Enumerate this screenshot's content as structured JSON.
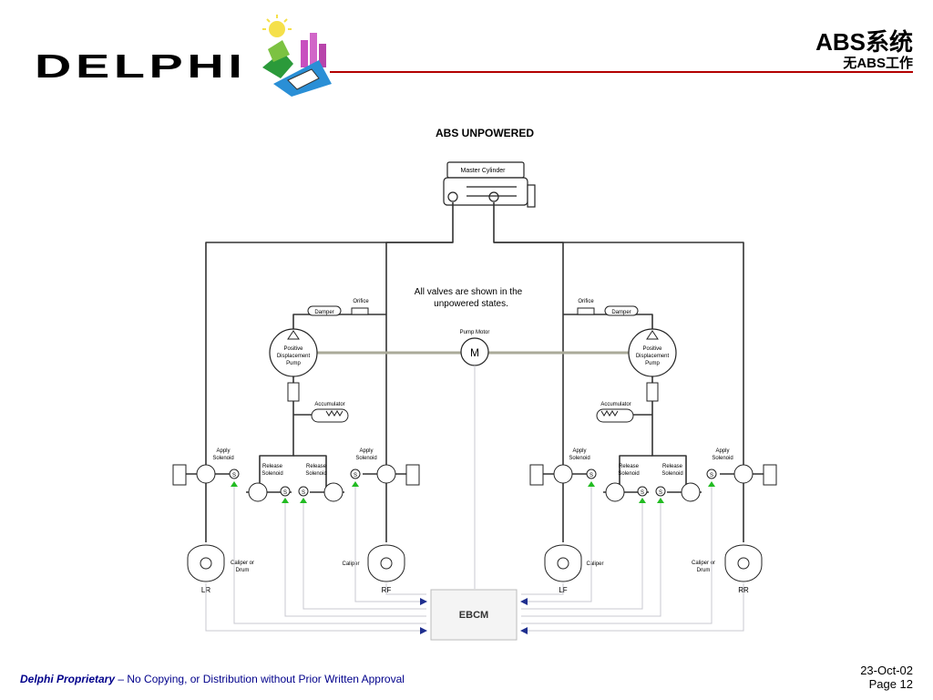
{
  "header": {
    "brand": "DELPHI",
    "title": "ABS系统",
    "subtitle": "无ABS工作"
  },
  "diagram": {
    "title": "ABS UNPOWERED",
    "note_line1": "All valves are shown in the",
    "note_line2": "unpowered states.",
    "master_cylinder": "Master Cylinder",
    "pump_motor": "Pump Motor",
    "motor_symbol": "M",
    "left": {
      "damper": "Damper",
      "orifice": "Orifice",
      "pump_line1": "Positive",
      "pump_line2": "Displacement",
      "pump_line3": "Pump",
      "accumulator": "Accumulator",
      "apply_a1": "Apply",
      "apply_a2": "Solenoid",
      "release_a1": "Release",
      "release_a2": "Solenoid",
      "release_b1": "Release",
      "release_b2": "Solenoid",
      "apply_b1": "Apply",
      "apply_b2": "Solenoid",
      "wheel_a": "LR",
      "wheel_b": "RF",
      "brake_a1": "Caliper or",
      "brake_a2": "Drum",
      "brake_b": "Caliper"
    },
    "right": {
      "damper": "Damper",
      "orifice": "Orifice",
      "pump_line1": "Positive",
      "pump_line2": "Displacement",
      "pump_line3": "Pump",
      "accumulator": "Accumulator",
      "apply_a1": "Apply",
      "apply_a2": "Solenoid",
      "release_a1": "Release",
      "release_a2": "Solenoid",
      "release_b1": "Release",
      "release_b2": "Solenoid",
      "apply_b1": "Apply",
      "apply_b2": "Solenoid",
      "wheel_a": "LF",
      "wheel_b": "RR",
      "brake_a": "Caliper",
      "brake_b1": "Caliper or",
      "brake_b2": "Drum"
    },
    "solenoid_symbol": "S",
    "ebcm": "EBCM"
  },
  "footer": {
    "proprietary": "Delphi Proprietary",
    "notice": " – No Copying, or Distribution without Prior Written Approval",
    "date": "23-Oct-02",
    "page": "Page 12"
  },
  "colors": {
    "rule": "#b30000",
    "footer_text": "#00008b",
    "signal_arrow": "#22bb22",
    "motor_shaft": "#aaaa99"
  }
}
